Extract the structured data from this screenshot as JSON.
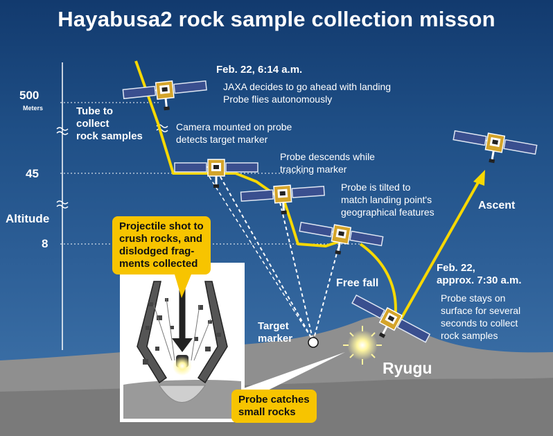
{
  "title": "Hayabusa2 rock sample collection misson",
  "altitude": {
    "axis_label": "Altitude",
    "ticks": [
      {
        "value": "500",
        "unit": "Meters"
      },
      {
        "value": "45"
      },
      {
        "value": "8"
      }
    ]
  },
  "labels": {
    "tube": [
      "Tube to",
      "collect",
      "rock samples"
    ],
    "event1_time": "Feb. 22, 6:14 a.m.",
    "event1_text": [
      "JAXA decides to go ahead with landing",
      "Probe flies autonomously"
    ],
    "camera": [
      "Camera mounted on probe",
      "detects target marker"
    ],
    "descends": [
      "Probe descends while",
      "tracking marker"
    ],
    "tilted": [
      "Probe is tilted to",
      "match landing point's",
      "geographical features"
    ],
    "ascent": "Ascent",
    "free_fall": "Free fall",
    "event2_time": [
      "Feb. 22,",
      "approx. 7:30 a.m."
    ],
    "event2_text": [
      "Probe stays on",
      "surface for several",
      "seconds to collect",
      "rock samples"
    ],
    "target_marker": [
      "Target",
      "marker"
    ],
    "ryugu": "Ryugu"
  },
  "callouts": {
    "projectile": [
      "Projectile shot to",
      "crush rocks, and",
      "dislodged frag-",
      "ments collected"
    ],
    "catches": [
      "Probe catches",
      "small rocks"
    ]
  },
  "colors": {
    "sky_top": "#123a6e",
    "sky_bottom": "#43769f",
    "path": "#f7d800",
    "callout": "#f7c400",
    "ground": "#8f8f8f",
    "probe_gold": "#d4a42a",
    "solar_panel": "#3a4f8f"
  }
}
